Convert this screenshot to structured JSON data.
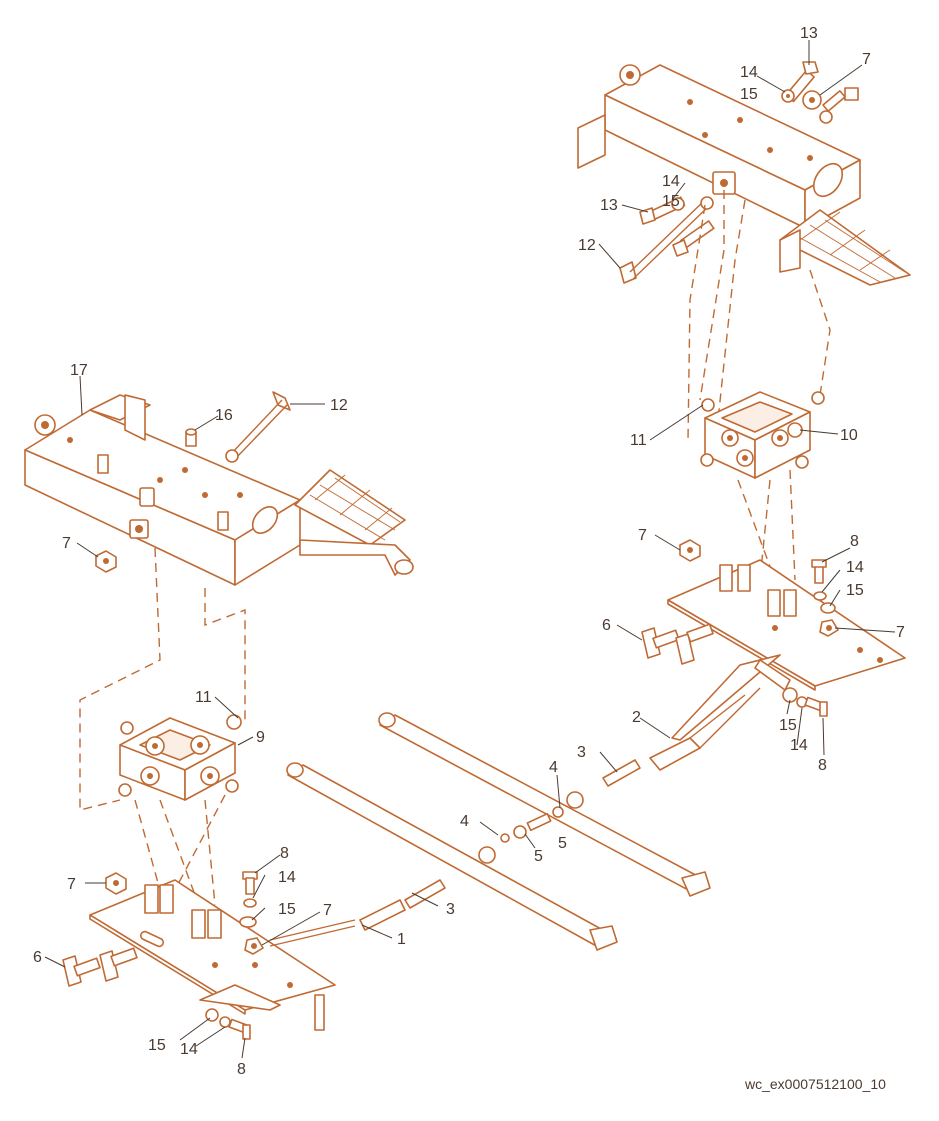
{
  "callouts": [
    {
      "id": "c-13-top",
      "text": "13"
    },
    {
      "id": "c-7-top",
      "text": "7"
    },
    {
      "id": "c-14-top",
      "text": "14"
    },
    {
      "id": "c-15-top",
      "text": "15"
    },
    {
      "id": "c-14-mid",
      "text": "14"
    },
    {
      "id": "c-15-mid",
      "text": "15"
    },
    {
      "id": "c-13-mid",
      "text": "13"
    },
    {
      "id": "c-12-right",
      "text": "12"
    },
    {
      "id": "c-11-right",
      "text": "11"
    },
    {
      "id": "c-10",
      "text": "10"
    },
    {
      "id": "c-7-right-a",
      "text": "7"
    },
    {
      "id": "c-8-right",
      "text": "8"
    },
    {
      "id": "c-14-right",
      "text": "14"
    },
    {
      "id": "c-15-right",
      "text": "15"
    },
    {
      "id": "c-6-right",
      "text": "6"
    },
    {
      "id": "c-7-right-b",
      "text": "7"
    },
    {
      "id": "c-2",
      "text": "2"
    },
    {
      "id": "c-15-right-b",
      "text": "15"
    },
    {
      "id": "c-14-right-b",
      "text": "14"
    },
    {
      "id": "c-8-right-b",
      "text": "8"
    },
    {
      "id": "c-3-right",
      "text": "3"
    },
    {
      "id": "c-4-right",
      "text": "4"
    },
    {
      "id": "c-5-right",
      "text": "5"
    },
    {
      "id": "c-4-left",
      "text": "4"
    },
    {
      "id": "c-5-left",
      "text": "5"
    },
    {
      "id": "c-17",
      "text": "17"
    },
    {
      "id": "c-16",
      "text": "16"
    },
    {
      "id": "c-12-left",
      "text": "12"
    },
    {
      "id": "c-7-left",
      "text": "7"
    },
    {
      "id": "c-11-left",
      "text": "11"
    },
    {
      "id": "c-9",
      "text": "9"
    },
    {
      "id": "c-8-left",
      "text": "8"
    },
    {
      "id": "c-7-left-b",
      "text": "7"
    },
    {
      "id": "c-14-left",
      "text": "14"
    },
    {
      "id": "c-15-left",
      "text": "15"
    },
    {
      "id": "c-7-left-c",
      "text": "7"
    },
    {
      "id": "c-3-left",
      "text": "3"
    },
    {
      "id": "c-1",
      "text": "1"
    },
    {
      "id": "c-6-left",
      "text": "6"
    },
    {
      "id": "c-15-left-b",
      "text": "15"
    },
    {
      "id": "c-14-left-b",
      "text": "14"
    },
    {
      "id": "c-8-left-b",
      "text": "8"
    }
  ],
  "figure_code": "wc_ex0007512100_10",
  "colors": {
    "line": "#c06a33",
    "text": "#4a3a30",
    "background": "#ffffff"
  }
}
